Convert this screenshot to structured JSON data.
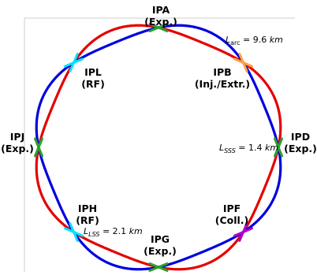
{
  "colors": {
    "ring_outer": "#0000e0",
    "ring_inner": "#e60000",
    "crossing_green": "#2ca02c",
    "crossing_cyan": "#00e5ff",
    "crossing_orange": "#ffa040",
    "crossing_magenta": "#b000d0",
    "frame": "#cccccc"
  },
  "points": [
    {
      "id": "IPA",
      "name": "IPA",
      "role": "(Exp.)",
      "marker": "crossing_green"
    },
    {
      "id": "IPB",
      "name": "IPB",
      "role": "(Inj./Extr.)",
      "marker": "crossing_orange"
    },
    {
      "id": "IPD",
      "name": "IPD",
      "role": "(Exp.)",
      "marker": "crossing_green"
    },
    {
      "id": "IPF",
      "name": "IPF",
      "role": "(Coll.)",
      "marker": "crossing_magenta"
    },
    {
      "id": "IPG",
      "name": "IPG",
      "role": "(Exp.)",
      "marker": "crossing_green"
    },
    {
      "id": "IPH",
      "name": "IPH",
      "role": "(RF)",
      "marker": "crossing_cyan"
    },
    {
      "id": "IPJ",
      "name": "IPJ",
      "role": "(Exp.)",
      "marker": "crossing_green"
    },
    {
      "id": "IPL",
      "name": "IPL",
      "role": "(RF)",
      "marker": "crossing_cyan"
    }
  ],
  "annotations": {
    "arc": {
      "sym": "L",
      "sub": "arc",
      "rest": " = 9.6 ",
      "unit": "km"
    },
    "sss": {
      "sym": "L",
      "sub": "SSS",
      "rest": " = 1.4 ",
      "unit": "km"
    },
    "lss": {
      "sym": "L",
      "sub": "LSS",
      "rest": " = 2.1 ",
      "unit": "km"
    }
  }
}
